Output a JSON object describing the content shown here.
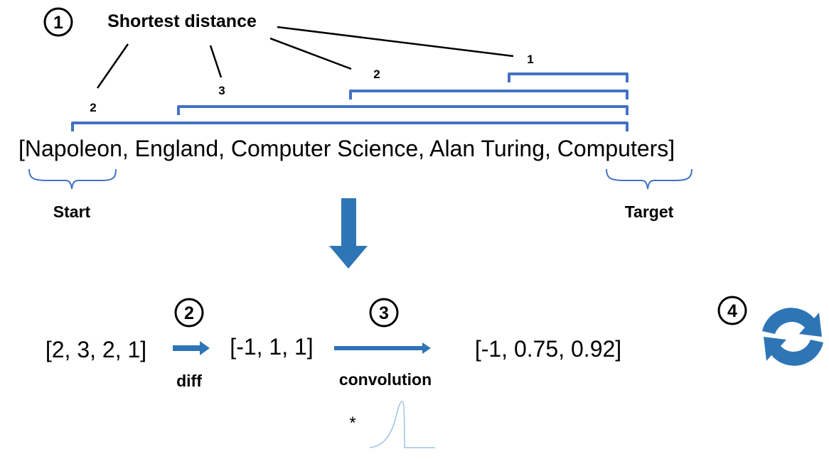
{
  "step_markers": [
    "1",
    "2",
    "3",
    "4"
  ],
  "title": "Shortest distance",
  "edge_labels": [
    "2",
    "3",
    "2",
    "1"
  ],
  "path": {
    "open": "[",
    "nodes": [
      "Napoleon",
      "England",
      "Computer Science",
      "Alan Turing",
      "Computers"
    ],
    "close": "]"
  },
  "start_label": "Start",
  "target_label": "Target",
  "arrow_down_icon": "down-arrow-icon",
  "distances": "[2, 3, 2, 1]",
  "diff_label": "diff",
  "diff_result": "[-1, 1, 1]",
  "convolution_label": "convolution",
  "convolution_result": "[-1, 0.75, 0.92]",
  "kernel_symbol": "*",
  "refresh_icon": "refresh-cycle-icon",
  "colors": {
    "accent": "#4472C4",
    "arrow": "#2E75B6",
    "black": "#000000",
    "kernel": "#9DC3E6"
  }
}
